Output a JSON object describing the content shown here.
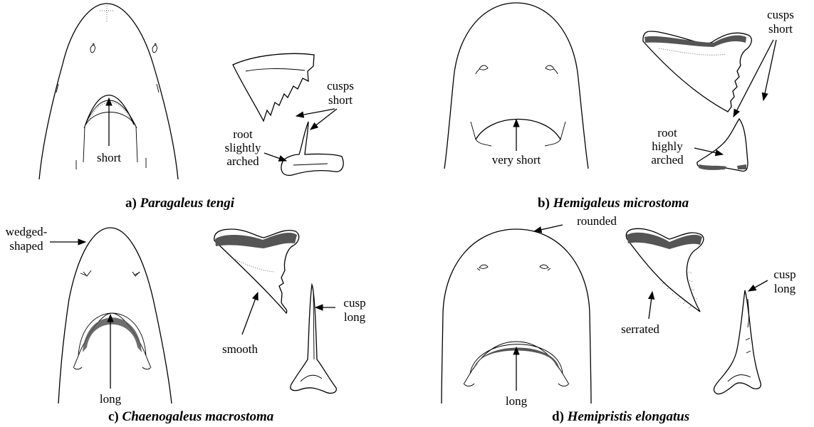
{
  "panels": [
    {
      "letter": "a)",
      "species": "Paragaleus tengi",
      "head_label": "short",
      "tooth_label_1": "cusps",
      "tooth_label_2": "short",
      "root_label_1": "root",
      "root_label_2": "slightly",
      "root_label_3": "arched"
    },
    {
      "letter": "b)",
      "species": "Hemigaleus microstoma",
      "head_label": "very short",
      "tooth_label_1": "cusps",
      "tooth_label_2": "short",
      "root_label_1": "root",
      "root_label_2": "highly",
      "root_label_3": "arched"
    },
    {
      "letter": "c)",
      "species": "Chaenogaleus macrostoma",
      "snout_label_1": "wedged-",
      "snout_label_2": "shaped",
      "head_label": "long",
      "tooth_label": "smooth",
      "cusp_label_1": "cusp",
      "cusp_label_2": "long"
    },
    {
      "letter": "d)",
      "species": "Hemipristis elongatus",
      "snout_label": "rounded",
      "head_label": "long",
      "tooth_label": "serrated",
      "cusp_label_1": "cusp",
      "cusp_label_2": "long"
    }
  ]
}
